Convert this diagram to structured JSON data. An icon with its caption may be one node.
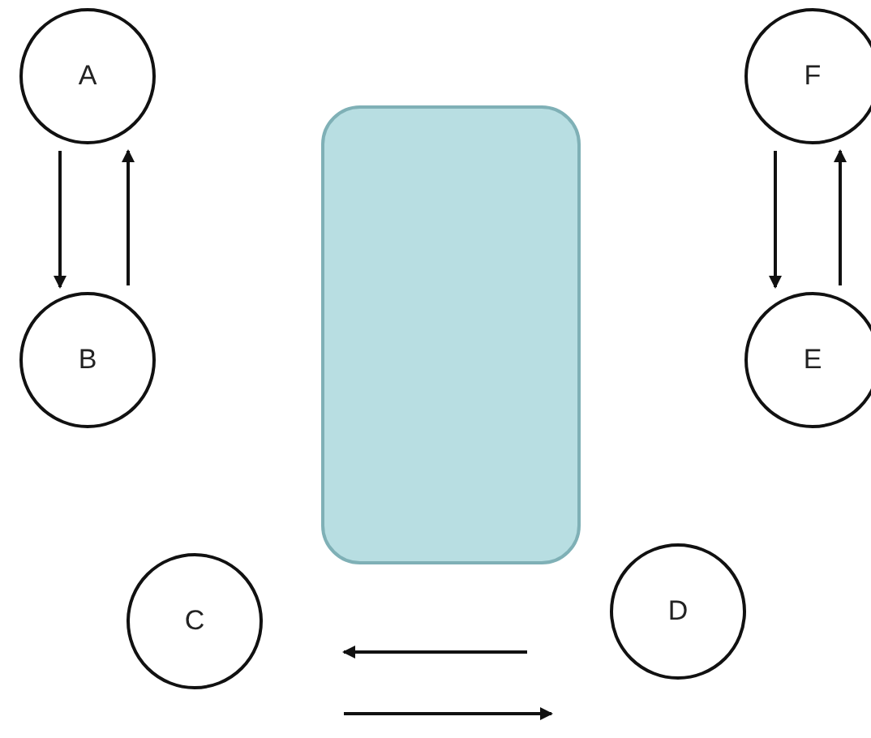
{
  "diagram": {
    "nodes": [
      {
        "text": [
          "A"
        ]
      },
      {
        "text": [
          "F"
        ]
      },
      {
        "text": [],
        "shape": "box"
      },
      {
        "text": [
          "B"
        ]
      },
      {
        "text": [
          "E"
        ]
      },
      {
        "text": [
          "C"
        ]
      },
      {
        "text": [
          "D"
        ]
      }
    ],
    "edges": [
      {
        "from": 0,
        "to": 3,
        "arrow": "to"
      },
      {
        "from": 3,
        "to": 0,
        "arrow": "to"
      },
      {
        "from": 1,
        "to": 4,
        "arrow": "to"
      },
      {
        "from": 4,
        "to": 1,
        "arrow": "to"
      },
      {
        "from": 6,
        "to": 5,
        "arrow": "to"
      },
      {
        "from": 5,
        "to": 6,
        "arrow": "to"
      }
    ]
  }
}
